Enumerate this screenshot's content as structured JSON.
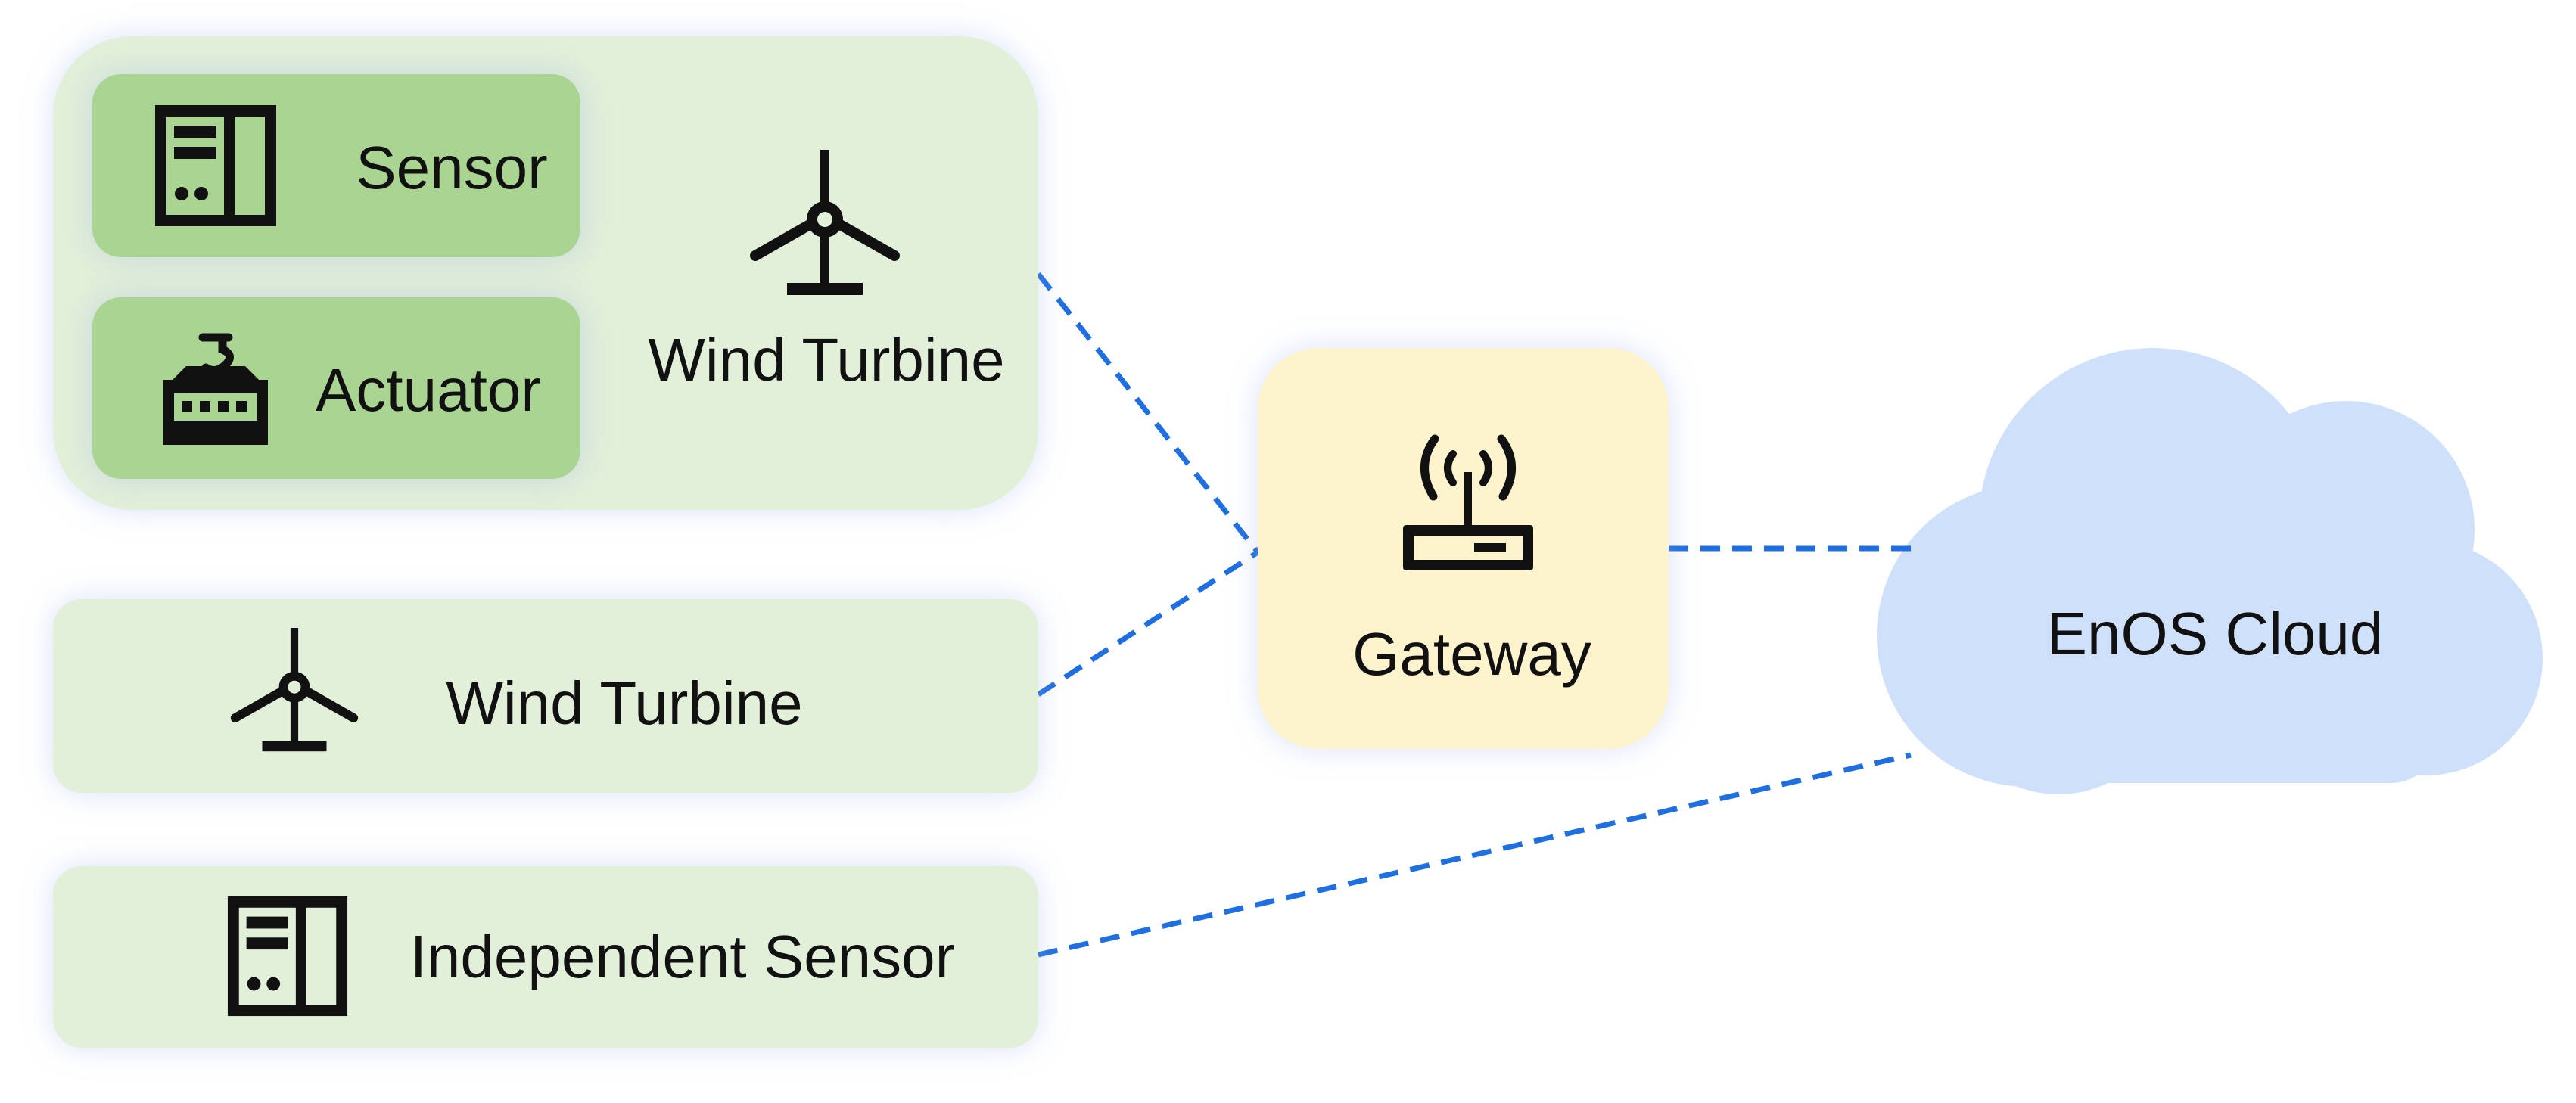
{
  "diagram": {
    "nodes": {
      "sensor": {
        "label": "Sensor",
        "icon": "sensor-icon"
      },
      "actuator": {
        "label": "Actuator",
        "icon": "actuator-icon"
      },
      "wind_turbine_group": {
        "label": "Wind Turbine",
        "icon": "wind-turbine-icon"
      },
      "wind_turbine_standalone": {
        "label": "Wind Turbine",
        "icon": "wind-turbine-icon"
      },
      "independent_sensor": {
        "label": "Independent Sensor",
        "icon": "sensor-icon"
      },
      "gateway": {
        "label": "Gateway",
        "icon": "router-icon"
      },
      "cloud": {
        "label": "EnOS Cloud",
        "icon": "cloud-shape"
      }
    },
    "edges": [
      {
        "from": "Wind Turbine",
        "to": "Gateway",
        "style": "dashed"
      },
      {
        "from": "Wind Turbine",
        "to": "Gateway",
        "style": "dashed"
      },
      {
        "from": "Gateway",
        "to": "EnOS Cloud",
        "style": "dashed"
      },
      {
        "from": "Independent Sensor",
        "to": "EnOS Cloud",
        "style": "dashed"
      }
    ],
    "colors": {
      "device_group": "#e2efd9",
      "device_inner": "#a9d492",
      "gateway": "#fdf3cc",
      "cloud": "#cfe1fa",
      "connector": "#1f6fe0",
      "icon": "#111111"
    }
  }
}
